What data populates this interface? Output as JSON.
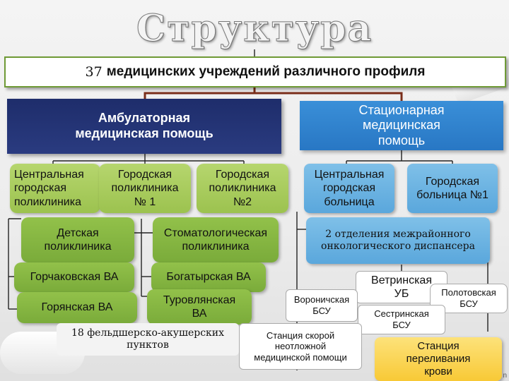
{
  "title": "Структура",
  "main": {
    "count": "37",
    "text": "медицинских учреждений различного профиля"
  },
  "ambulatory": {
    "header": "Амбулаторная медицинская помощь",
    "central_polyclinic": "Центральная городская поликлиника",
    "city_polyclinic_1": "Городская поликлиника № 1",
    "city_polyclinic_2": "Городская поликлиника №2",
    "children_polyclinic": "Детская поликлиника",
    "dental_polyclinic": "Стоматологическая поликлиника",
    "gorchakovskaya": "Горчаковская ВА",
    "bogatyrskaya": "Богатырская ВА",
    "goryanskaya": "Горянская ВА",
    "turovlyanskaya": "Туровлянская ВА",
    "fap": "18 фельдшерско-акушерских пунктов"
  },
  "inpatient": {
    "header": "Стационарная медицинская помощь",
    "central_hospital": "Центральная городская больница",
    "city_hospital_1": "Городская больница №1",
    "oncology": "2 отделения межрайонного онкологического диспансера",
    "vetrinskaya": "Ветринская УБ",
    "polotovskaya": "Полотовская БСУ",
    "voronichskaya": "Вороничская БСУ",
    "sestrinskaya": "Сестринская БСУ",
    "ambulance": "Станция скорой неотложной медицинской помощи",
    "blood_station": "Станция переливания крови"
  },
  "corner_label": "n",
  "colors": {
    "ambulatory_header": "#1e2d6b",
    "inpatient_header": "#2a82d0",
    "green_box": "#9cc24f",
    "blue_box": "#5aa7dc",
    "yellow_box": "#f8c936",
    "main_border": "#6f9a36",
    "arrow": "#7a2e1a"
  }
}
